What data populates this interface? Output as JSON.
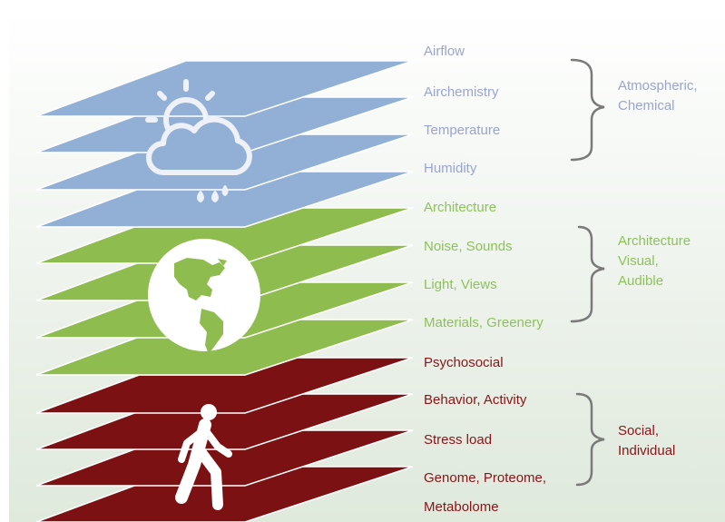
{
  "colors": {
    "atmo": "#92b0d6",
    "atmo_edge": "#ffffff",
    "env": "#8fbc4f",
    "social": "#7b1112",
    "atmo_text": "#9aa4cf",
    "env_text": "#8dc25a",
    "social_text": "#8a1418",
    "bracket": "#7a7a7a"
  },
  "icons": {
    "atmo": "weather-sun-cloud-rain-icon",
    "env": "globe-americas-icon",
    "social": "walking-person-icon"
  },
  "layers": {
    "atmo": [
      "Airflow",
      "Airchemistry",
      "Temperature",
      "Humidity"
    ],
    "env": [
      "Architecture",
      "Noise, Sounds",
      "Light, Views",
      "Materials, Greenery"
    ],
    "social": [
      "Psychosocial",
      "Behavior, Activity",
      "Stress load",
      "Genome, Proteome,",
      "Metabolome"
    ]
  },
  "groups": {
    "atmo": [
      "Atmospheric,",
      "Chemical"
    ],
    "env": [
      "Architecture",
      "Visual,",
      "Audible"
    ],
    "social": [
      "Social,",
      "Individual"
    ]
  }
}
